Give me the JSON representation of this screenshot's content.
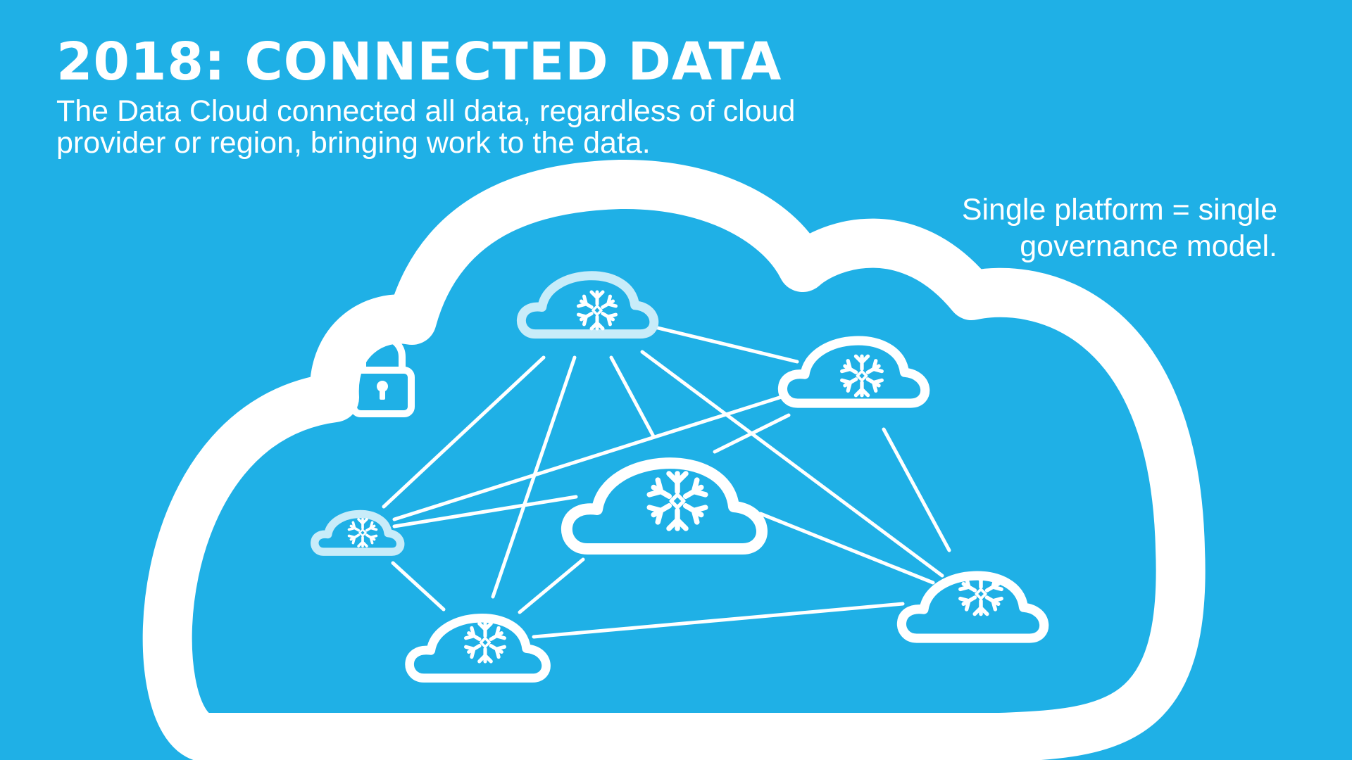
{
  "slide": {
    "title": "2018: CONNECTED DATA",
    "subtitle": "The Data Cloud connected all data, regardless of cloud provider or region, bringing work to the data.",
    "callout_line1": "Single platform = single",
    "callout_line2": "governance model."
  },
  "colors": {
    "background": "#1fb0e6",
    "foreground": "#ffffff",
    "faded_cloud": "#c8ecf9"
  },
  "icons": {
    "outer": "cloud-icon",
    "lock": "padlock-icon",
    "node_logo": "snowflake-icon"
  }
}
